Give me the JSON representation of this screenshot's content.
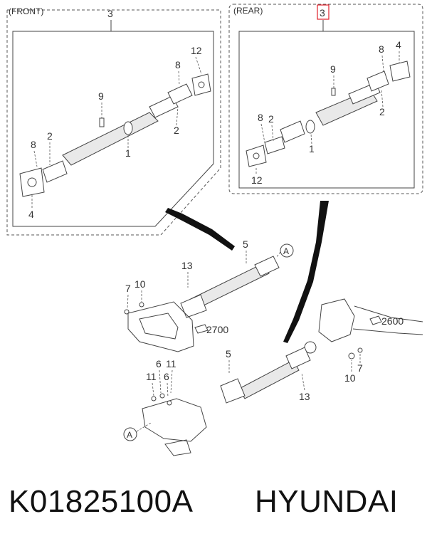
{
  "front_panel": {
    "title": "(FRONT)",
    "assembly_callout": "3",
    "callouts": [
      "12",
      "8",
      "9",
      "2",
      "1",
      "2",
      "8",
      "4"
    ]
  },
  "rear_panel": {
    "title": "(REAR)",
    "assembly_callout": "3",
    "callouts": [
      "8",
      "4",
      "9",
      "2",
      "8",
      "2",
      "1",
      "12"
    ]
  },
  "lower_diagram": {
    "callouts_upper": [
      "5",
      "13",
      "7",
      "10"
    ],
    "ref_upper": "A",
    "ref_code_1": "2700",
    "ref_code_2": "2600",
    "callouts_lower": [
      "5",
      "6",
      "11",
      "6",
      "11",
      "10",
      "7",
      "13"
    ],
    "ref_lower": "A"
  },
  "footer": {
    "part_number": "K01825100A",
    "brand": "HYUNDAI"
  },
  "colors": {
    "highlight": "#e0202a",
    "line": "#444444",
    "leader": "#111111"
  }
}
